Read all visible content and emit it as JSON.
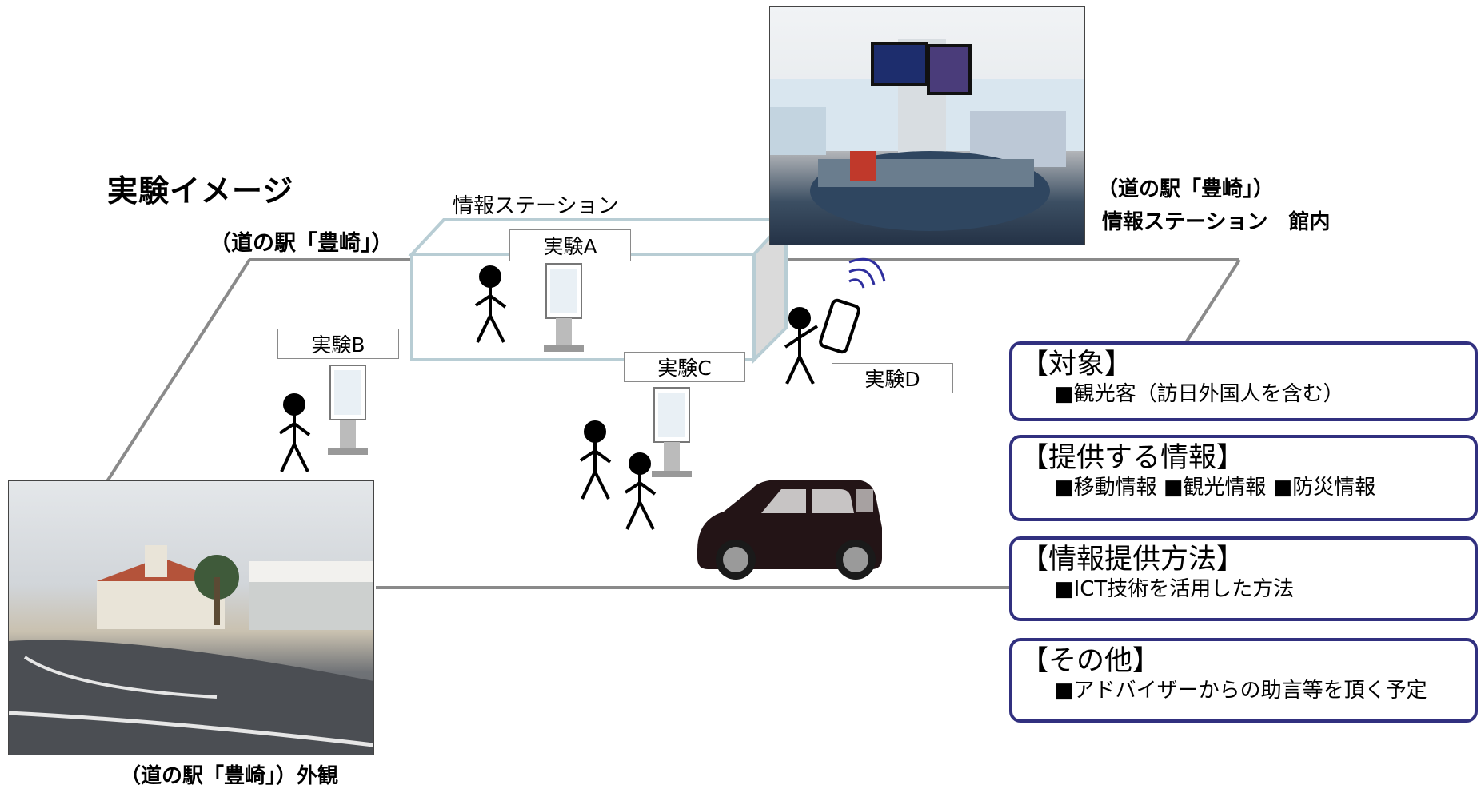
{
  "title": "実験イメージ",
  "labels": {
    "station_name": "（道の駅「豊崎」）",
    "info_station": "情報ステーション",
    "interior_caption_line1": "（道の駅「豊崎」）",
    "interior_caption_line2": "情報ステーション　館内",
    "exterior_caption": "（道の駅「豊崎」）外観"
  },
  "experiments": {
    "a": "実験A",
    "b": "実験B",
    "c": "実験C",
    "d": "実験D"
  },
  "info_boxes": [
    {
      "heading": "【対象】",
      "body": "■観光客（訪日外国人を含む）"
    },
    {
      "heading": "【提供する情報】",
      "body": "■移動情報 ■観光情報 ■防災情報"
    },
    {
      "heading": "【情報提供方法】",
      "body": "■ICT技術を活用した方法"
    },
    {
      "heading": "【その他】",
      "body": "■アドバイザーからの助言等を頂く予定"
    }
  ],
  "colors": {
    "box_border": "#31307f",
    "outline": "#8a8a8a",
    "station_edge": "#b8cdd4"
  }
}
